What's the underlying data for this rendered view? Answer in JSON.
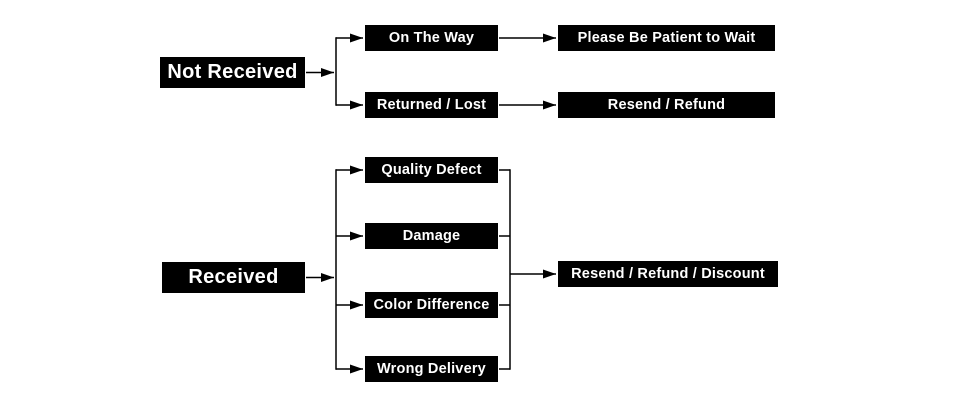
{
  "diagram": {
    "background": "#ffffff",
    "node_style": {
      "bg": "#000000",
      "text": "#ffffff",
      "line": "#000000"
    },
    "sections": [
      {
        "root": "Not Received",
        "branches": [
          {
            "cause": "On The Way",
            "resolution": "Please Be Patient to Wait"
          },
          {
            "cause": "Returned / Lost",
            "resolution": "Resend / Refund"
          }
        ]
      },
      {
        "root": "Received",
        "causes": [
          "Quality Defect",
          "Damage",
          "Color Difference",
          "Wrong Delivery"
        ],
        "resolution": "Resend / Refund / Discount"
      }
    ],
    "edges": [
      [
        "Not Received",
        "On The Way"
      ],
      [
        "Not Received",
        "Returned / Lost"
      ],
      [
        "On The Way",
        "Please Be Patient to Wait"
      ],
      [
        "Returned / Lost",
        "Resend / Refund"
      ],
      [
        "Received",
        "Quality Defect"
      ],
      [
        "Received",
        "Damage"
      ],
      [
        "Received",
        "Color Difference"
      ],
      [
        "Received",
        "Wrong Delivery"
      ],
      [
        "Quality Defect",
        "Resend / Refund / Discount"
      ],
      [
        "Damage",
        "Resend / Refund / Discount"
      ],
      [
        "Color Difference",
        "Resend / Refund / Discount"
      ],
      [
        "Wrong Delivery",
        "Resend / Refund / Discount"
      ]
    ]
  }
}
